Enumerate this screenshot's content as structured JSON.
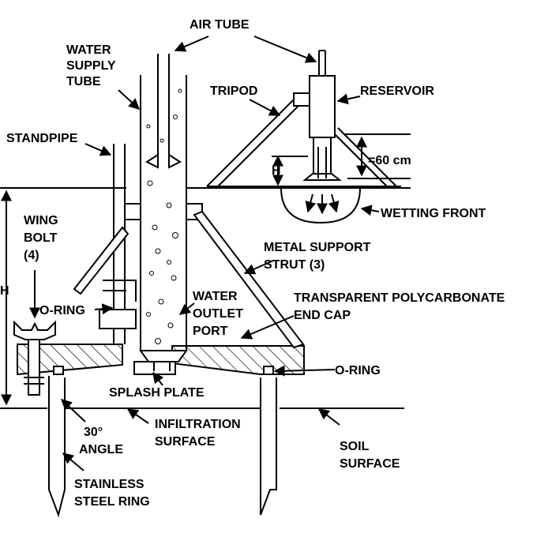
{
  "labels": {
    "air_tube": "AIR TUBE",
    "water_supply_tube": [
      "WATER",
      "SUPPLY",
      "TUBE"
    ],
    "tripod": "TRIPOD",
    "reservoir": "RESERVOIR",
    "standpipe": "STANDPIPE",
    "sixty_cm": "=60 cm",
    "h_small": "H",
    "h_large": "H",
    "wetting_front": "WETTING FRONT",
    "wing_bolt": [
      "WING",
      "BOLT",
      "(4)"
    ],
    "metal_support_strut": [
      "METAL SUPPORT",
      "STRUT (3)"
    ],
    "o_ring_left": "O-RING",
    "water_outlet_port": [
      "WATER",
      "OUTLET",
      "PORT"
    ],
    "transparent_end_cap": [
      "TRANSPARENT POLYCARBONATE",
      "END CAP"
    ],
    "o_ring_right": "O-RING",
    "splash_plate": "SPLASH PLATE",
    "angle": [
      "30°",
      "ANGLE"
    ],
    "infiltration_surface": [
      "INFILTRATION",
      "SURFACE"
    ],
    "soil_surface": [
      "SOIL",
      "SURFACE"
    ],
    "stainless_steel_ring": [
      "STAINLESS",
      "STEEL RING"
    ]
  }
}
